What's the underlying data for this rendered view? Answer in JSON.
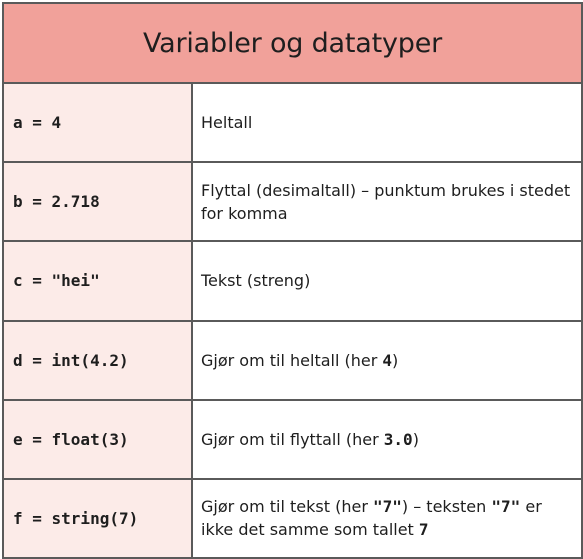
{
  "title": "Variabler og datatyper",
  "rows": [
    {
      "code": "a = 4",
      "desc": [
        {
          "text": "Heltall",
          "mono": false
        }
      ]
    },
    {
      "code": "b = 2.718",
      "desc": [
        {
          "text": "Flyttal (desimaltall) – punktum brukes i stedet for komma",
          "mono": false
        }
      ]
    },
    {
      "code": "c = \"hei\"",
      "desc": [
        {
          "text": "Tekst (streng)",
          "mono": false
        }
      ]
    },
    {
      "code": "d = int(4.2)",
      "desc": [
        {
          "text": "Gjør om til heltall (her ",
          "mono": false
        },
        {
          "text": "4",
          "mono": true
        },
        {
          "text": ")",
          "mono": false
        }
      ]
    },
    {
      "code": "e = float(3)",
      "desc": [
        {
          "text": "Gjør om til flyttall (her ",
          "mono": false
        },
        {
          "text": "3.0",
          "mono": true
        },
        {
          "text": ")",
          "mono": false
        }
      ]
    },
    {
      "code": "f = string(7)",
      "desc": [
        {
          "text": "Gjør om til tekst (her ",
          "mono": false
        },
        {
          "text": "\"7\"",
          "mono": true
        },
        {
          "text": ") – teksten ",
          "mono": false
        },
        {
          "text": "\"7\"",
          "mono": true
        },
        {
          "text": " er ikke det samme som tallet ",
          "mono": false
        },
        {
          "text": "7",
          "mono": true
        }
      ]
    }
  ]
}
